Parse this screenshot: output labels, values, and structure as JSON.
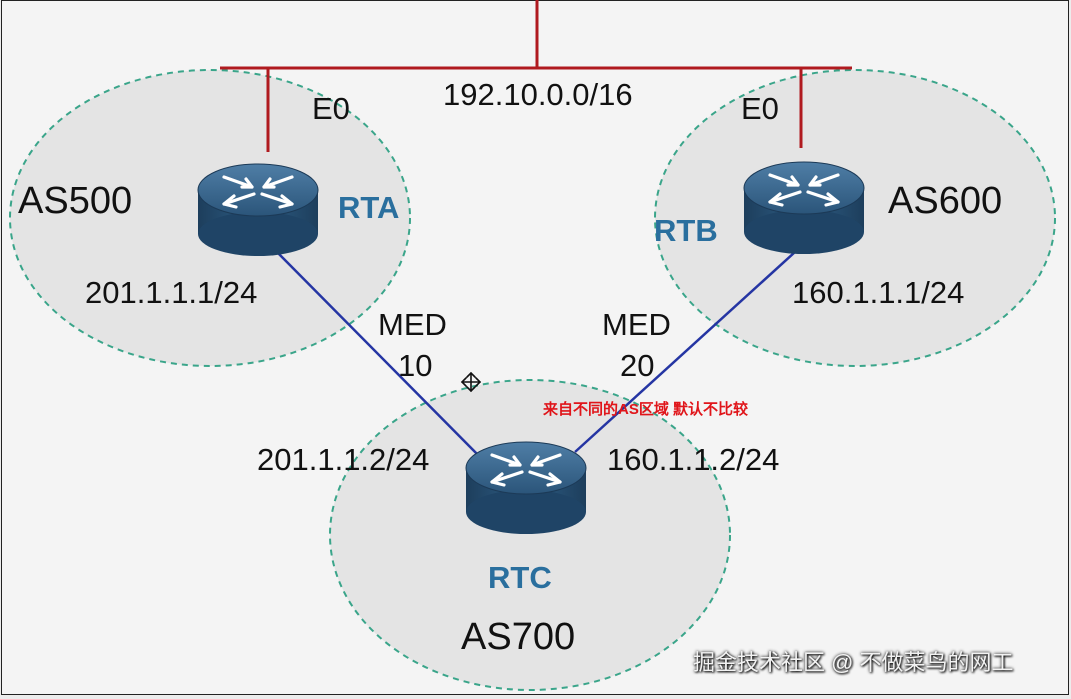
{
  "network": "192.10.0.0/16",
  "routers": {
    "rta": {
      "name": "RTA",
      "as": "AS500",
      "iface": "E0",
      "ip": "201.1.1.1/24"
    },
    "rtb": {
      "name": "RTB",
      "as": "AS600",
      "iface": "E0",
      "ip": "160.1.1.1/24"
    },
    "rtc": {
      "name": "RTC",
      "as": "AS700",
      "ip_left": "201.1.1.2/24",
      "ip_right": "160.1.1.2/24"
    }
  },
  "links": {
    "left": {
      "label": "MED",
      "value": "10"
    },
    "right": {
      "label": "MED",
      "value": "20"
    }
  },
  "note": "来自不同的AS区域 默认不比较",
  "watermark": "掘金技术社区 @ 不做菜鸟的网工",
  "colors": {
    "lan": "#b01a1f",
    "link": "#2535a3",
    "zone": "#3aa58a",
    "router": "#2d5a80",
    "note": "#e0151a"
  }
}
